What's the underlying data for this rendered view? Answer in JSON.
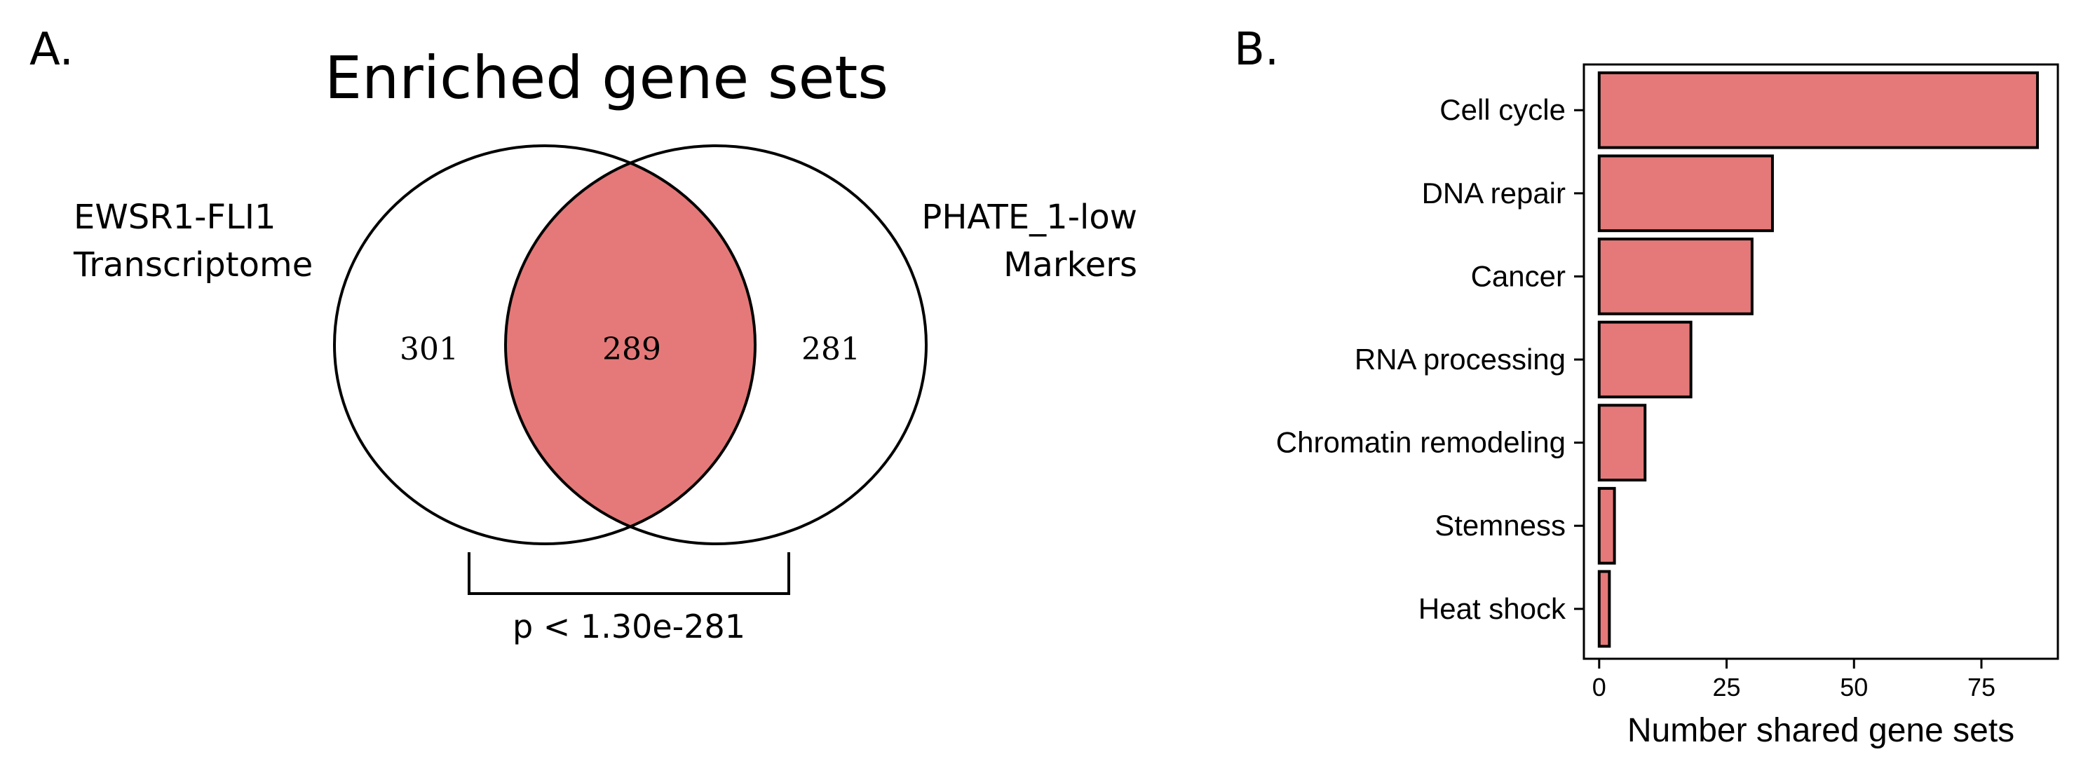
{
  "panel_a": {
    "label": "A.",
    "title": "Enriched gene sets",
    "set_left": {
      "line1": "EWSR1-FLI1",
      "line2": "Transcriptome"
    },
    "set_right": {
      "line1": "PHATE_1-low",
      "line2": "Markers"
    },
    "counts": {
      "left_only": "301",
      "shared": "289",
      "right_only": "281"
    },
    "p_value": "p < 1.30e-281",
    "overlap_color": "#e57979"
  },
  "panel_b": {
    "label": "B."
  },
  "chart_data": {
    "type": "bar",
    "orientation": "horizontal",
    "categories": [
      "Cell cycle",
      "DNA repair",
      "Cancer",
      "RNA processing",
      "Chromatin remodeling",
      "Stemness",
      "Heat shock"
    ],
    "values": [
      86,
      34,
      30,
      18,
      9,
      3,
      2
    ],
    "xlabel": "Number shared gene sets",
    "xticks": [
      0,
      25,
      50,
      75
    ],
    "xlim": [
      -3,
      90
    ],
    "bar_color": "#e57979",
    "grid": false
  }
}
